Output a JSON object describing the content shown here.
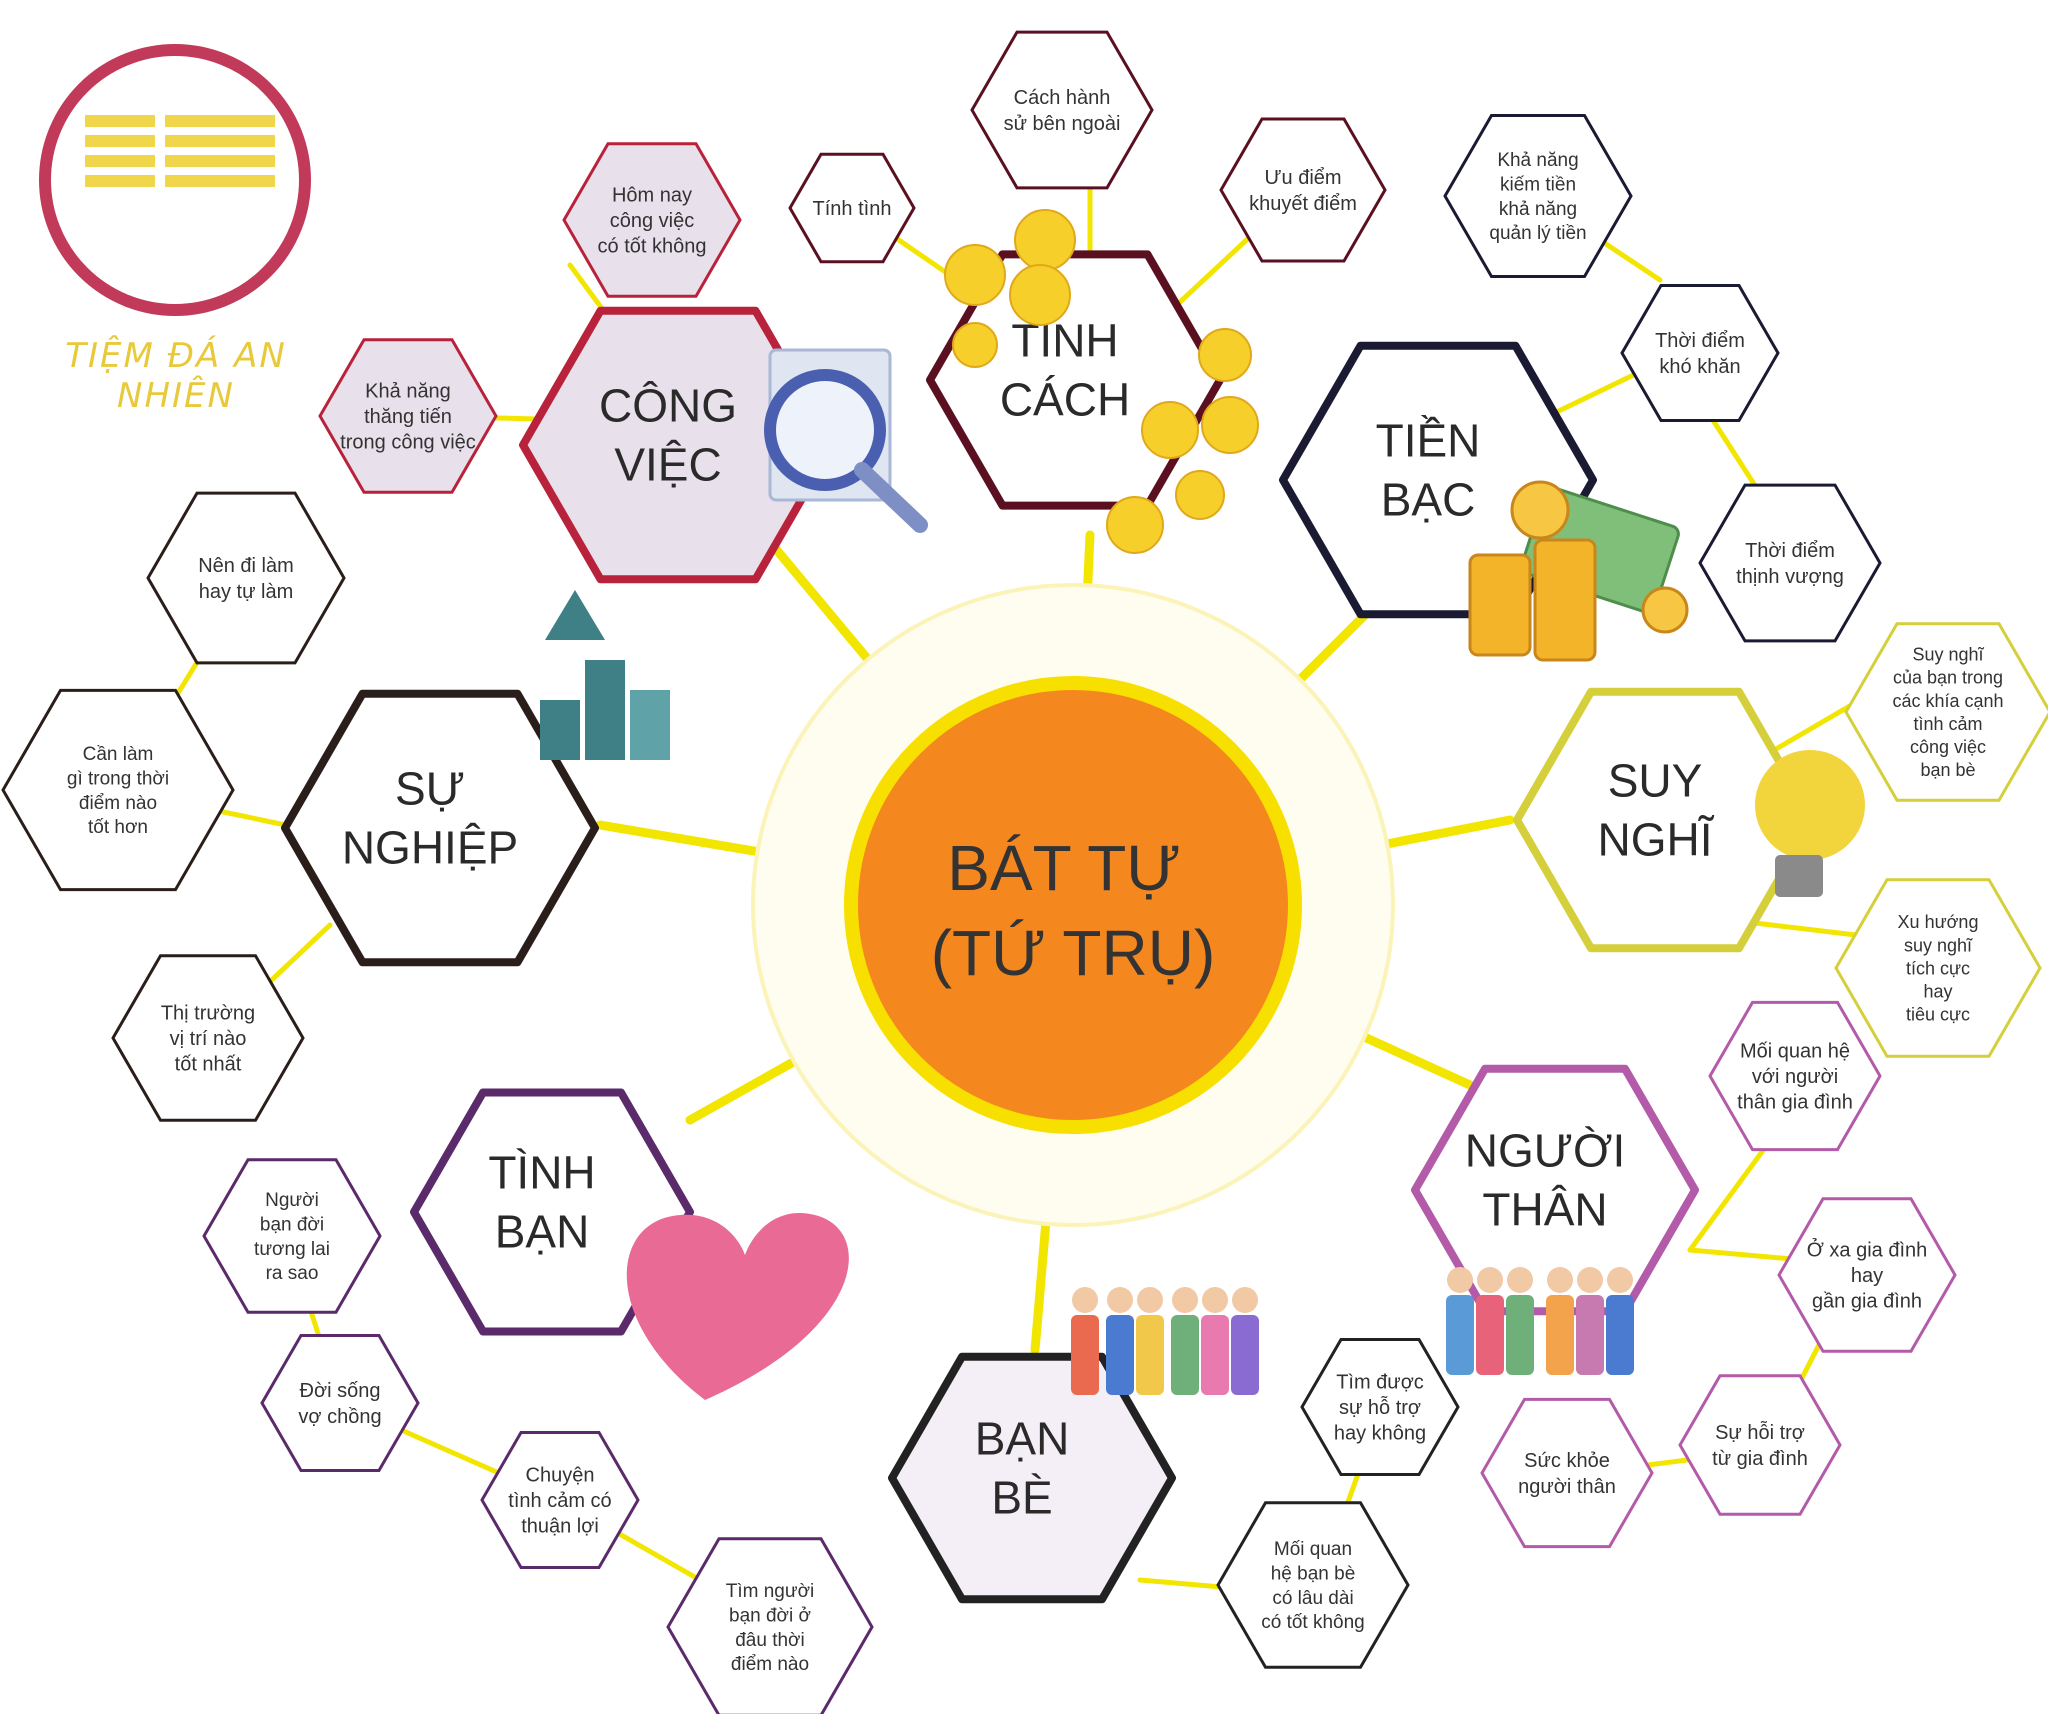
{
  "brand": {
    "name": "TIỆM ĐÁ AN NHIÊN"
  },
  "center": {
    "lines": [
      "BÁT TỰ",
      "(TỨ TRỤ)"
    ]
  },
  "colors": {
    "center_fill": "#f5871f",
    "center_ring": "#f7e000",
    "spoke": "#f2e600",
    "cong_viec": "#b8223b",
    "tinh_cach": "#5a1020",
    "tien_bac": "#1a1a33",
    "suy_nghi": "#d4cf3a",
    "nguoi_than": "#b35aa8",
    "ban_be": "#222222",
    "tinh_ban": "#5a2a6a",
    "su_nghiep": "#2a1e1a"
  },
  "topics": [
    {
      "id": "cong-viec",
      "lines": [
        "CÔNG",
        "VIỆC"
      ],
      "color_key": "cong_viec",
      "fill": "#e8e0ea",
      "subs": [
        [
          "Hôm nay",
          "công việc",
          "có tốt không"
        ],
        [
          "Khả năng",
          "thăng tiến",
          "trong công việc"
        ]
      ]
    },
    {
      "id": "tinh-cach",
      "lines": [
        "TÍNH",
        "CÁCH"
      ],
      "color_key": "tinh_cach",
      "fill": "#ffffff",
      "subs": [
        [
          "Tính tình"
        ],
        [
          "Cách hành",
          "sử bên ngoài"
        ],
        [
          "Ưu điểm",
          "khuyết điểm"
        ]
      ]
    },
    {
      "id": "tien-bac",
      "lines": [
        "TIỀN",
        "BẠC"
      ],
      "color_key": "tien_bac",
      "fill": "#ffffff",
      "subs": [
        [
          "Khả năng",
          "kiếm tiền",
          "khả năng",
          "quản lý tiền"
        ],
        [
          "Thời điểm",
          "khó khăn"
        ],
        [
          "Thời điểm",
          "thịnh vượng"
        ]
      ]
    },
    {
      "id": "suy-nghi",
      "lines": [
        "SUY",
        "NGHĨ"
      ],
      "color_key": "suy_nghi",
      "fill": "#ffffff",
      "subs": [
        [
          "Suy nghĩ",
          "của bạn trong",
          "các khía cạnh",
          "tình cảm",
          "công việc",
          "bạn bè"
        ],
        [
          "Xu hướng",
          "suy nghĩ",
          "tích cực",
          "hay",
          "tiêu cực"
        ]
      ]
    },
    {
      "id": "nguoi-than",
      "lines": [
        "NGƯỜI",
        "THÂN"
      ],
      "color_key": "nguoi_than",
      "fill": "#ffffff",
      "subs": [
        [
          "Mối quan hệ",
          "với người",
          "thân gia đình"
        ],
        [
          "Ở xa gia đình",
          "hay",
          "gần gia đình"
        ],
        [
          "Sự hỗi trợ",
          "từ gia đình"
        ],
        [
          "Sức khỏe",
          "người thân"
        ]
      ]
    },
    {
      "id": "ban-be",
      "lines": [
        "BẠN",
        "BÈ"
      ],
      "color_key": "ban_be",
      "fill": "#f4eef6",
      "subs": [
        [
          "Tìm được",
          "sự hỗ trợ",
          "hay không"
        ],
        [
          "Mối quan",
          "hệ bạn bè",
          "có lâu dài",
          "có tốt không"
        ]
      ]
    },
    {
      "id": "tinh-ban",
      "lines": [
        "TÌNH",
        "BẠN"
      ],
      "color_key": "tinh_ban",
      "fill": "#ffffff",
      "subs": [
        [
          "Người",
          "bạn đời",
          "tương lai",
          "ra sao"
        ],
        [
          "Đời sống",
          "vợ chồng"
        ],
        [
          "Chuyện",
          "tình cảm có",
          "thuận lợi"
        ],
        [
          "Tìm người",
          "bạn đời ở",
          "đâu thời",
          "điểm nào"
        ]
      ]
    },
    {
      "id": "su-nghiep",
      "lines": [
        "SỰ",
        "NGHIỆP"
      ],
      "color_key": "su_nghiep",
      "fill": "#ffffff",
      "subs": [
        [
          "Nên đi làm",
          "hay tự làm"
        ],
        [
          "Cần làm",
          "gì trong thời",
          "điểm nào",
          "tốt hơn"
        ],
        [
          "Thị trường",
          "vị trí nào",
          "tốt nhất"
        ]
      ]
    }
  ]
}
